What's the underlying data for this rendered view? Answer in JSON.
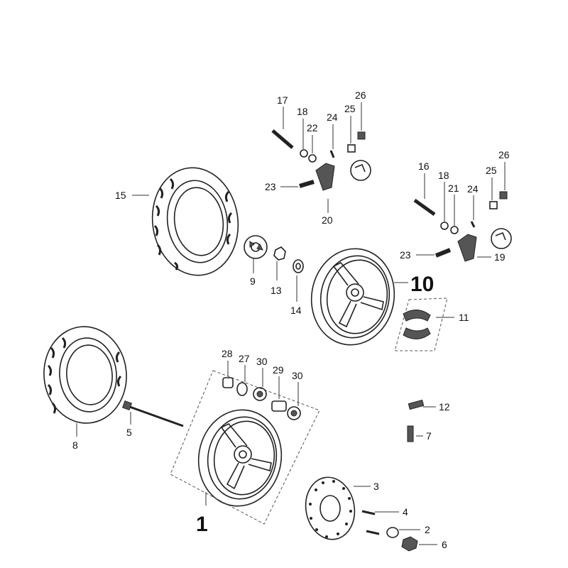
{
  "callouts": {
    "c1": "1",
    "c2": "2",
    "c3": "3",
    "c4": "4",
    "c5": "5",
    "c6": "6",
    "c7": "7",
    "c8": "8",
    "c9": "9",
    "c10": "10",
    "c11": "11",
    "c12": "12",
    "c13": "13",
    "c14": "14",
    "c15": "15",
    "c16": "16",
    "c17": "17",
    "c18a": "18",
    "c18b": "18",
    "c19": "19",
    "c20": "20",
    "c21": "21",
    "c22": "22",
    "c23a": "23",
    "c23b": "23",
    "c24a": "24",
    "c24b": "24",
    "c25a": "25",
    "c25b": "25",
    "c26a": "26",
    "c26b": "26",
    "c27": "27",
    "c28": "28",
    "c29": "29",
    "c30a": "30",
    "c30b": "30"
  }
}
